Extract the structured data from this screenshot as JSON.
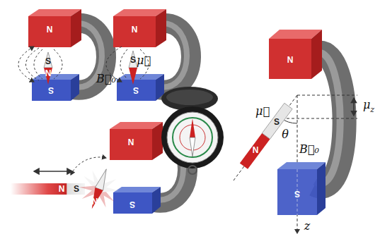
{
  "diagram": {
    "labels": [
      "N",
      "S",
      "S",
      "N",
      "N",
      "S",
      "S",
      "μ⃗",
      "B⃗₀",
      "N",
      "S",
      "N",
      "S",
      "N",
      "N",
      "S",
      "S",
      "N",
      "μ⃗",
      "μz",
      "θ",
      "B⃗₀",
      "z"
    ]
  }
}
